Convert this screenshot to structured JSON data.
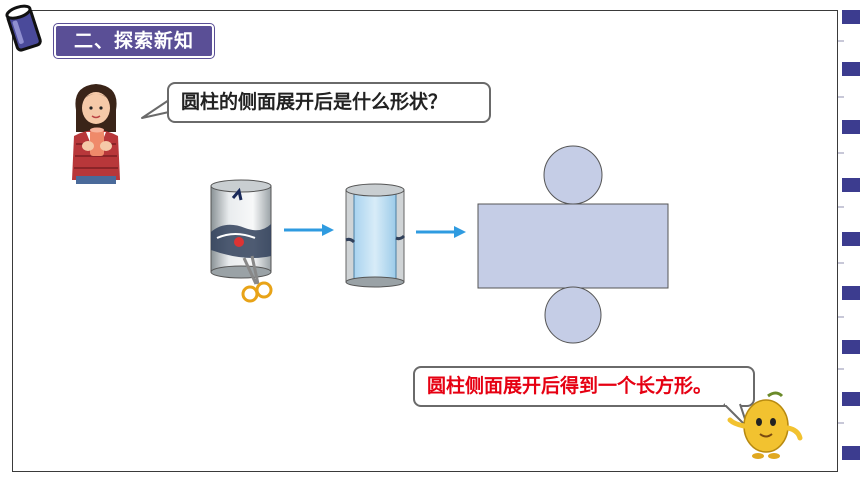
{
  "section": {
    "title": "二、探索新知"
  },
  "question": {
    "text": "圆柱的侧面展开后是什么形状？"
  },
  "answer": {
    "text": "圆柱侧面展开后得到一个长方形。"
  },
  "colors": {
    "badge": "#5a4f96",
    "answer_text": "#e60012",
    "net_fill": "#c5cde6",
    "arrow": "#2f9be0"
  },
  "icons": {
    "corner": "cylinder-icon",
    "girl": "girl-holding-cup-illustration",
    "can": "tin-can-icon",
    "scissors": "scissors-icon",
    "unrolled": "unrolled-cylinder-icon",
    "mascot": "potato-mascot-illustration"
  }
}
